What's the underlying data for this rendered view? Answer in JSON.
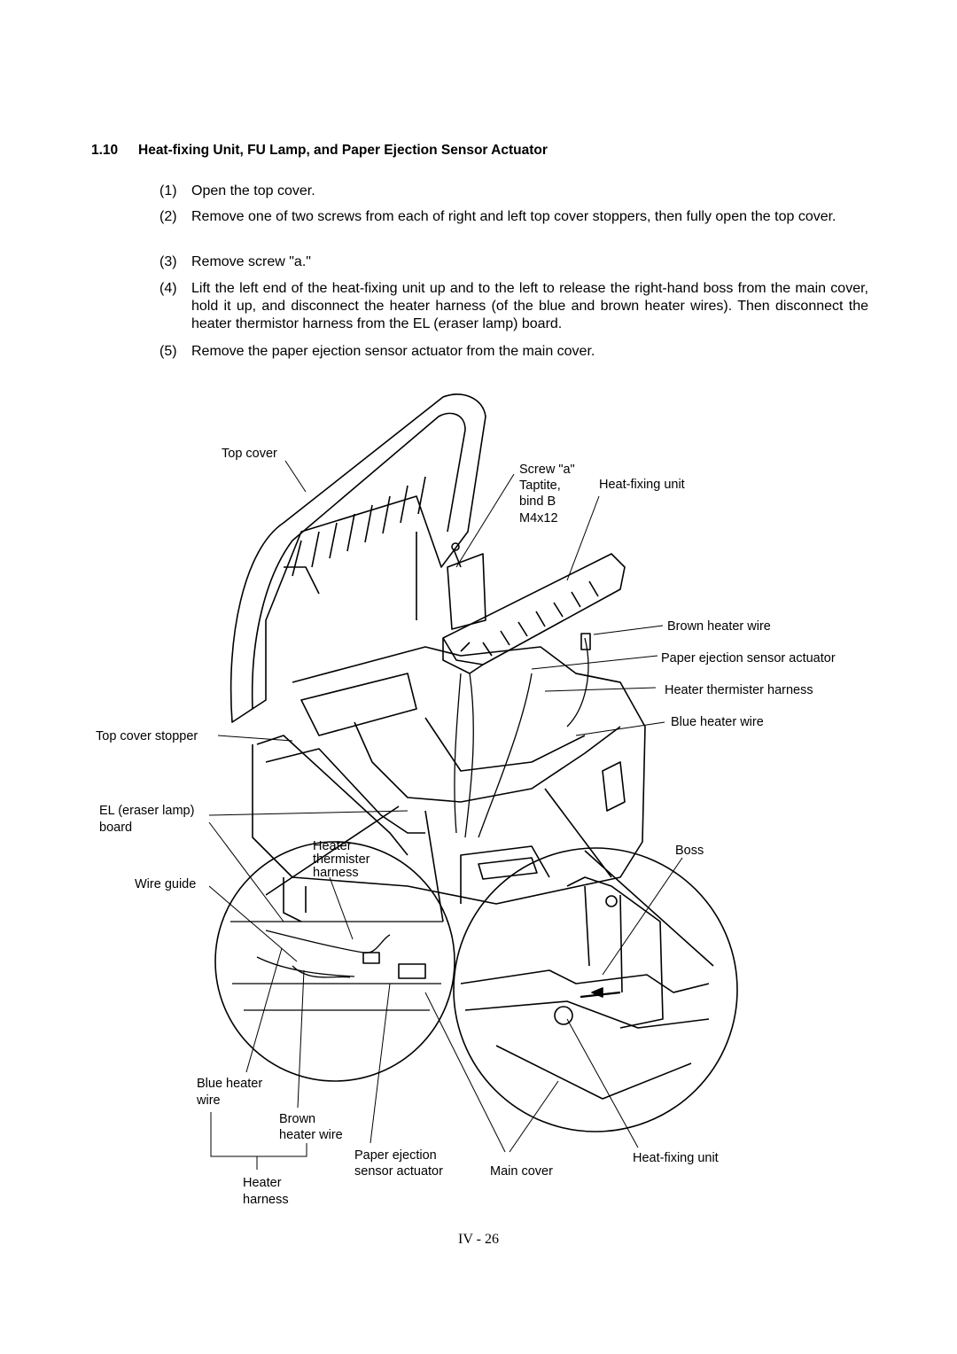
{
  "section": {
    "number": "1.10",
    "title": "Heat-fixing Unit, FU Lamp, and Paper Ejection Sensor Actuator"
  },
  "steps": [
    {
      "num": "(1)",
      "text": "Open the top cover."
    },
    {
      "num": "(2)",
      "text": "Remove one of two screws from each of right and left top cover stoppers, then fully open the top cover."
    },
    {
      "num": "(3)",
      "text": "Remove screw \"a.\""
    },
    {
      "num": "(4)",
      "text": "Lift the left end of the heat-fixing unit up and to the left to release the right-hand boss from the main cover, hold it up, and disconnect the heater harness (of the blue and brown heater wires). Then disconnect the heater thermistor harness from the EL (eraser lamp) board."
    },
    {
      "num": "(5)",
      "text": "Remove the paper ejection sensor actuator from the main cover."
    }
  ],
  "figure": {
    "labels": {
      "top_cover": "Top cover",
      "screw_a": "Screw \"a\"",
      "taptite": "Taptite,",
      "bind_b": "bind B",
      "m4x12": "M4x12",
      "heat_fixing_unit_top": "Heat-fixing unit",
      "brown_heater_wire_right": "Brown heater wire",
      "paper_ejection_sensor_actuator_right": "Paper ejection sensor actuator",
      "heater_thermister_harness_right": "Heater thermister harness",
      "blue_heater_wire_right": "Blue heater wire",
      "top_cover_stopper": "Top cover stopper",
      "el_board_1": "EL (eraser lamp)",
      "el_board_2": "board",
      "heater_thermister_1": "Heater",
      "heater_thermister_2": "thermister",
      "heater_thermister_3": "harness",
      "wire_guide": "Wire guide",
      "boss": "Boss",
      "blue_heater_1": "Blue heater",
      "blue_heater_2": "wire",
      "brown_1": "Brown",
      "brown_2": "heater wire",
      "paper_ejection_1": "Paper ejection",
      "paper_ejection_2": "sensor actuator",
      "main_cover": "Main cover",
      "heat_fixing_unit_bottom": "Heat-fixing unit",
      "heater_harness_1": "Heater",
      "heater_harness_2": "harness"
    }
  },
  "footer": {
    "page": "IV - 26"
  }
}
